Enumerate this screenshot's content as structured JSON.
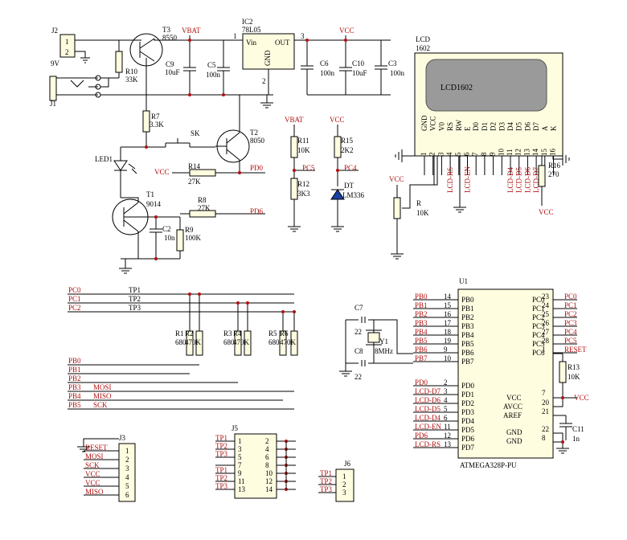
{
  "power": {
    "j2_ref": "J2",
    "j2_p1": "1",
    "j2_p2": "2",
    "j2_v": "9V",
    "j1_ref": "J1",
    "t3_ref": "T3",
    "t3_val": "8550",
    "r10_ref": "R10",
    "r10_val": "33K",
    "vbat": "VBAT",
    "c9_ref": "C9",
    "c9_val": "10uF",
    "c5_ref": "C5",
    "c5_val": "100n",
    "ic2_ref": "IC2",
    "ic2_val": "78L05",
    "ic2_vin": "Vin",
    "ic2_out": "OUT",
    "ic2_gnd": "GND",
    "pin1": "1",
    "pin2": "2",
    "pin3": "3",
    "vcc": "VCC",
    "c6_ref": "C6",
    "c6_val": "100n",
    "c10_ref": "C10",
    "c10_val": "10uF",
    "c3_ref": "C3",
    "c3_val": "100n",
    "r7_ref": "R7",
    "r7_val": "3.3K",
    "sk": "SK",
    "t2_ref": "T2",
    "t2_val": "8050",
    "led1": "LED1",
    "r14_ref": "R14",
    "r14_val": "27K",
    "pd0": "PD0",
    "t1_ref": "T1",
    "t1_val": "9014",
    "r8_ref": "R8",
    "r8_val": "27K",
    "pd6": "PD6",
    "c2_ref": "C2",
    "c2_val": "10n",
    "r9_ref": "R9",
    "r9_val": "100K"
  },
  "monitor": {
    "vbat": "VBAT",
    "r11_ref": "R11",
    "r11_val": "10K",
    "pc5": "PC5",
    "r12_ref": "R12",
    "r12_val": "3K3",
    "vcc": "VCC",
    "r15_ref": "R15",
    "r15_val": "2K2",
    "pc4": "PC4",
    "dt_ref": "DT",
    "dt_val": "LM336"
  },
  "lcd": {
    "ref": "LCD",
    "model": "1602",
    "screen": "LCD1602",
    "pins": [
      "GND",
      "VCC",
      "V0",
      "RS",
      "RW",
      "E",
      "D0",
      "D1",
      "D2",
      "D3",
      "D4",
      "D5",
      "D6",
      "D7",
      "A",
      "K"
    ],
    "nums": [
      "1",
      "2",
      "3",
      "4",
      "5",
      "6",
      "7",
      "8",
      "9",
      "10",
      "11",
      "12",
      "13",
      "14",
      "15",
      "16"
    ],
    "vcc": "VCC",
    "r_ref": "R",
    "r_val": "10K",
    "rs": "LCD-RS",
    "en": "LCD-EN",
    "d4": "LCD-D4",
    "d5": "LCD-D5",
    "d6": "LCD-D6",
    "d7": "LCD-D7",
    "r16_ref": "R16",
    "r16_val": "270",
    "vcc2": "VCC"
  },
  "leds": {
    "pc0": "PC0",
    "pc1": "PC1",
    "pc2": "PC2",
    "tp1": "TP1",
    "tp2": "TP2",
    "tp3": "TP3",
    "r1_ref": "R1",
    "r1_val": "680",
    "r2_ref": "R2",
    "r2_val": "470K",
    "r3_ref": "R3",
    "r3_val": "680",
    "r4_ref": "R4",
    "r4_val": "470K",
    "r5_ref": "R5",
    "r5_val": "680",
    "r6_ref": "R6",
    "r6_val": "470K",
    "pb0": "PB0",
    "pb1": "PB1",
    "pb2": "PB2",
    "pb3": "PB3",
    "pb4": "PB4",
    "pb5": "PB5",
    "mosi": "MOSI",
    "miso": "MISO",
    "sck": "SCK"
  },
  "crystal": {
    "c7_ref": "C7",
    "c7_val": "22",
    "c8_ref": "C8",
    "c8_val": "22",
    "y1_ref": "Y1",
    "y1_val": "8MHz"
  },
  "mcu": {
    "ref": "U1",
    "name": "ATMEGA328P-PU",
    "left": [
      {
        "net": "PB0",
        "num": "14",
        "pin": "PB0"
      },
      {
        "net": "PB1",
        "num": "15",
        "pin": "PB1"
      },
      {
        "net": "PB2",
        "num": "16",
        "pin": "PB2"
      },
      {
        "net": "PB3",
        "num": "17",
        "pin": "PB3"
      },
      {
        "net": "PB4",
        "num": "18",
        "pin": "PB4"
      },
      {
        "net": "PB5",
        "num": "19",
        "pin": "PB5"
      },
      {
        "net": "PB6",
        "num": "9",
        "pin": "PB6"
      },
      {
        "net": "PB7",
        "num": "10",
        "pin": "PB7"
      },
      {
        "net": "PD0",
        "num": "2",
        "pin": "PD0"
      },
      {
        "net": "LCD-D7",
        "num": "3",
        "pin": "PD1"
      },
      {
        "net": "LCD-D6",
        "num": "4",
        "pin": "PD2"
      },
      {
        "net": "LCD-D5",
        "num": "5",
        "pin": "PD3"
      },
      {
        "net": "LCD-D4",
        "num": "6",
        "pin": "PD4"
      },
      {
        "net": "LCD-EN",
        "num": "11",
        "pin": "PD5"
      },
      {
        "net": "PD6",
        "num": "12",
        "pin": "PD6"
      },
      {
        "net": "LCD-RS",
        "num": "13",
        "pin": "PD7"
      }
    ],
    "right": [
      {
        "pin": "PC0",
        "num": "23",
        "net": "PC0"
      },
      {
        "pin": "PC1",
        "num": "24",
        "net": "PC1"
      },
      {
        "pin": "PC2",
        "num": "25",
        "net": "PC2"
      },
      {
        "pin": "PC3",
        "num": "26",
        "net": "PC3"
      },
      {
        "pin": "PC4",
        "num": "27",
        "net": "PC4"
      },
      {
        "pin": "PC5",
        "num": "28",
        "net": "PC5"
      },
      {
        "pin": "PC6",
        "num": "1",
        "net": "RESET"
      }
    ],
    "vcc": "VCC",
    "avcc": "AVCC",
    "aref": "AREF",
    "gnd": "GND",
    "n7": "7",
    "n20": "20",
    "n21": "21",
    "n22": "22",
    "n8": "8",
    "vcc_net": "VCC",
    "r13_ref": "R13",
    "r13_val": "10K",
    "c11_ref": "C11",
    "c11_val": "1n"
  },
  "j3": {
    "ref": "J3",
    "pins": [
      {
        "net": "RESET",
        "num": "1"
      },
      {
        "net": "MOSI",
        "num": "2"
      },
      {
        "net": "SCK",
        "num": "3"
      },
      {
        "net": "VCC",
        "num": "4"
      },
      {
        "net": "VCC",
        "num": "5"
      },
      {
        "net": "MISO",
        "num": "6"
      }
    ]
  },
  "j5": {
    "ref": "J5",
    "left": [
      {
        "net": "TP1",
        "num": "1"
      },
      {
        "net": "TP2",
        "num": "3"
      },
      {
        "net": "TP3",
        "num": "5"
      },
      {
        "net": "",
        "num": "7"
      },
      {
        "net": "TP1",
        "num": "9"
      },
      {
        "net": "TP2",
        "num": "11"
      },
      {
        "net": "TP3",
        "num": "13"
      }
    ],
    "right": [
      "2",
      "4",
      "6",
      "8",
      "10",
      "12",
      "14"
    ]
  },
  "j6": {
    "ref": "J6",
    "pins": [
      {
        "net": "TP1",
        "num": "1"
      },
      {
        "net": "TP2",
        "num": "2"
      },
      {
        "net": "TP3",
        "num": "3"
      }
    ]
  }
}
